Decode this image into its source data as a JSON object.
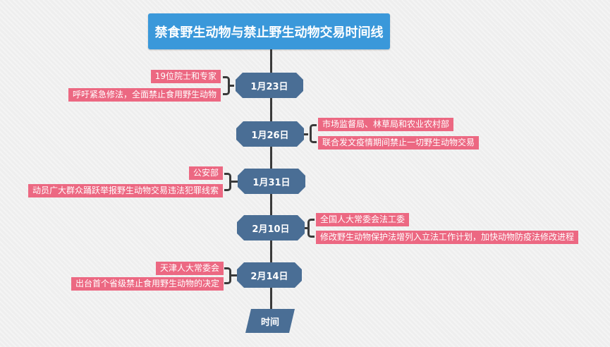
{
  "title": "禁食野生动物与禁止野生动物交易时间线",
  "events": [
    {
      "date": "1月23日",
      "who": "19位院士和专家",
      "what": "呼吁紧急修法，全面禁止食用野生动物"
    },
    {
      "date": "1月26日",
      "who": "市场监督局、林草局和农业农村部",
      "what": "联合发文疫情期间禁止一切野生动物交易"
    },
    {
      "date": "1月31日",
      "who": "公安部",
      "what": "动员广大群众踊跃举报野生动物交易违法犯罪线索"
    },
    {
      "date": "2月10日",
      "who": "全国人大常委会法工委",
      "what": "修改野生动物保护法增列入立法工作计划，加快动物防疫法修改进程"
    },
    {
      "date": "2月14日",
      "who": "天津人大常委会",
      "what": "出台首个省级禁止食用野生动物的决定"
    }
  ],
  "end_label": "时间",
  "colors": {
    "title": "#3a98da",
    "node": "#4a6e95",
    "label": "#ec6882"
  }
}
